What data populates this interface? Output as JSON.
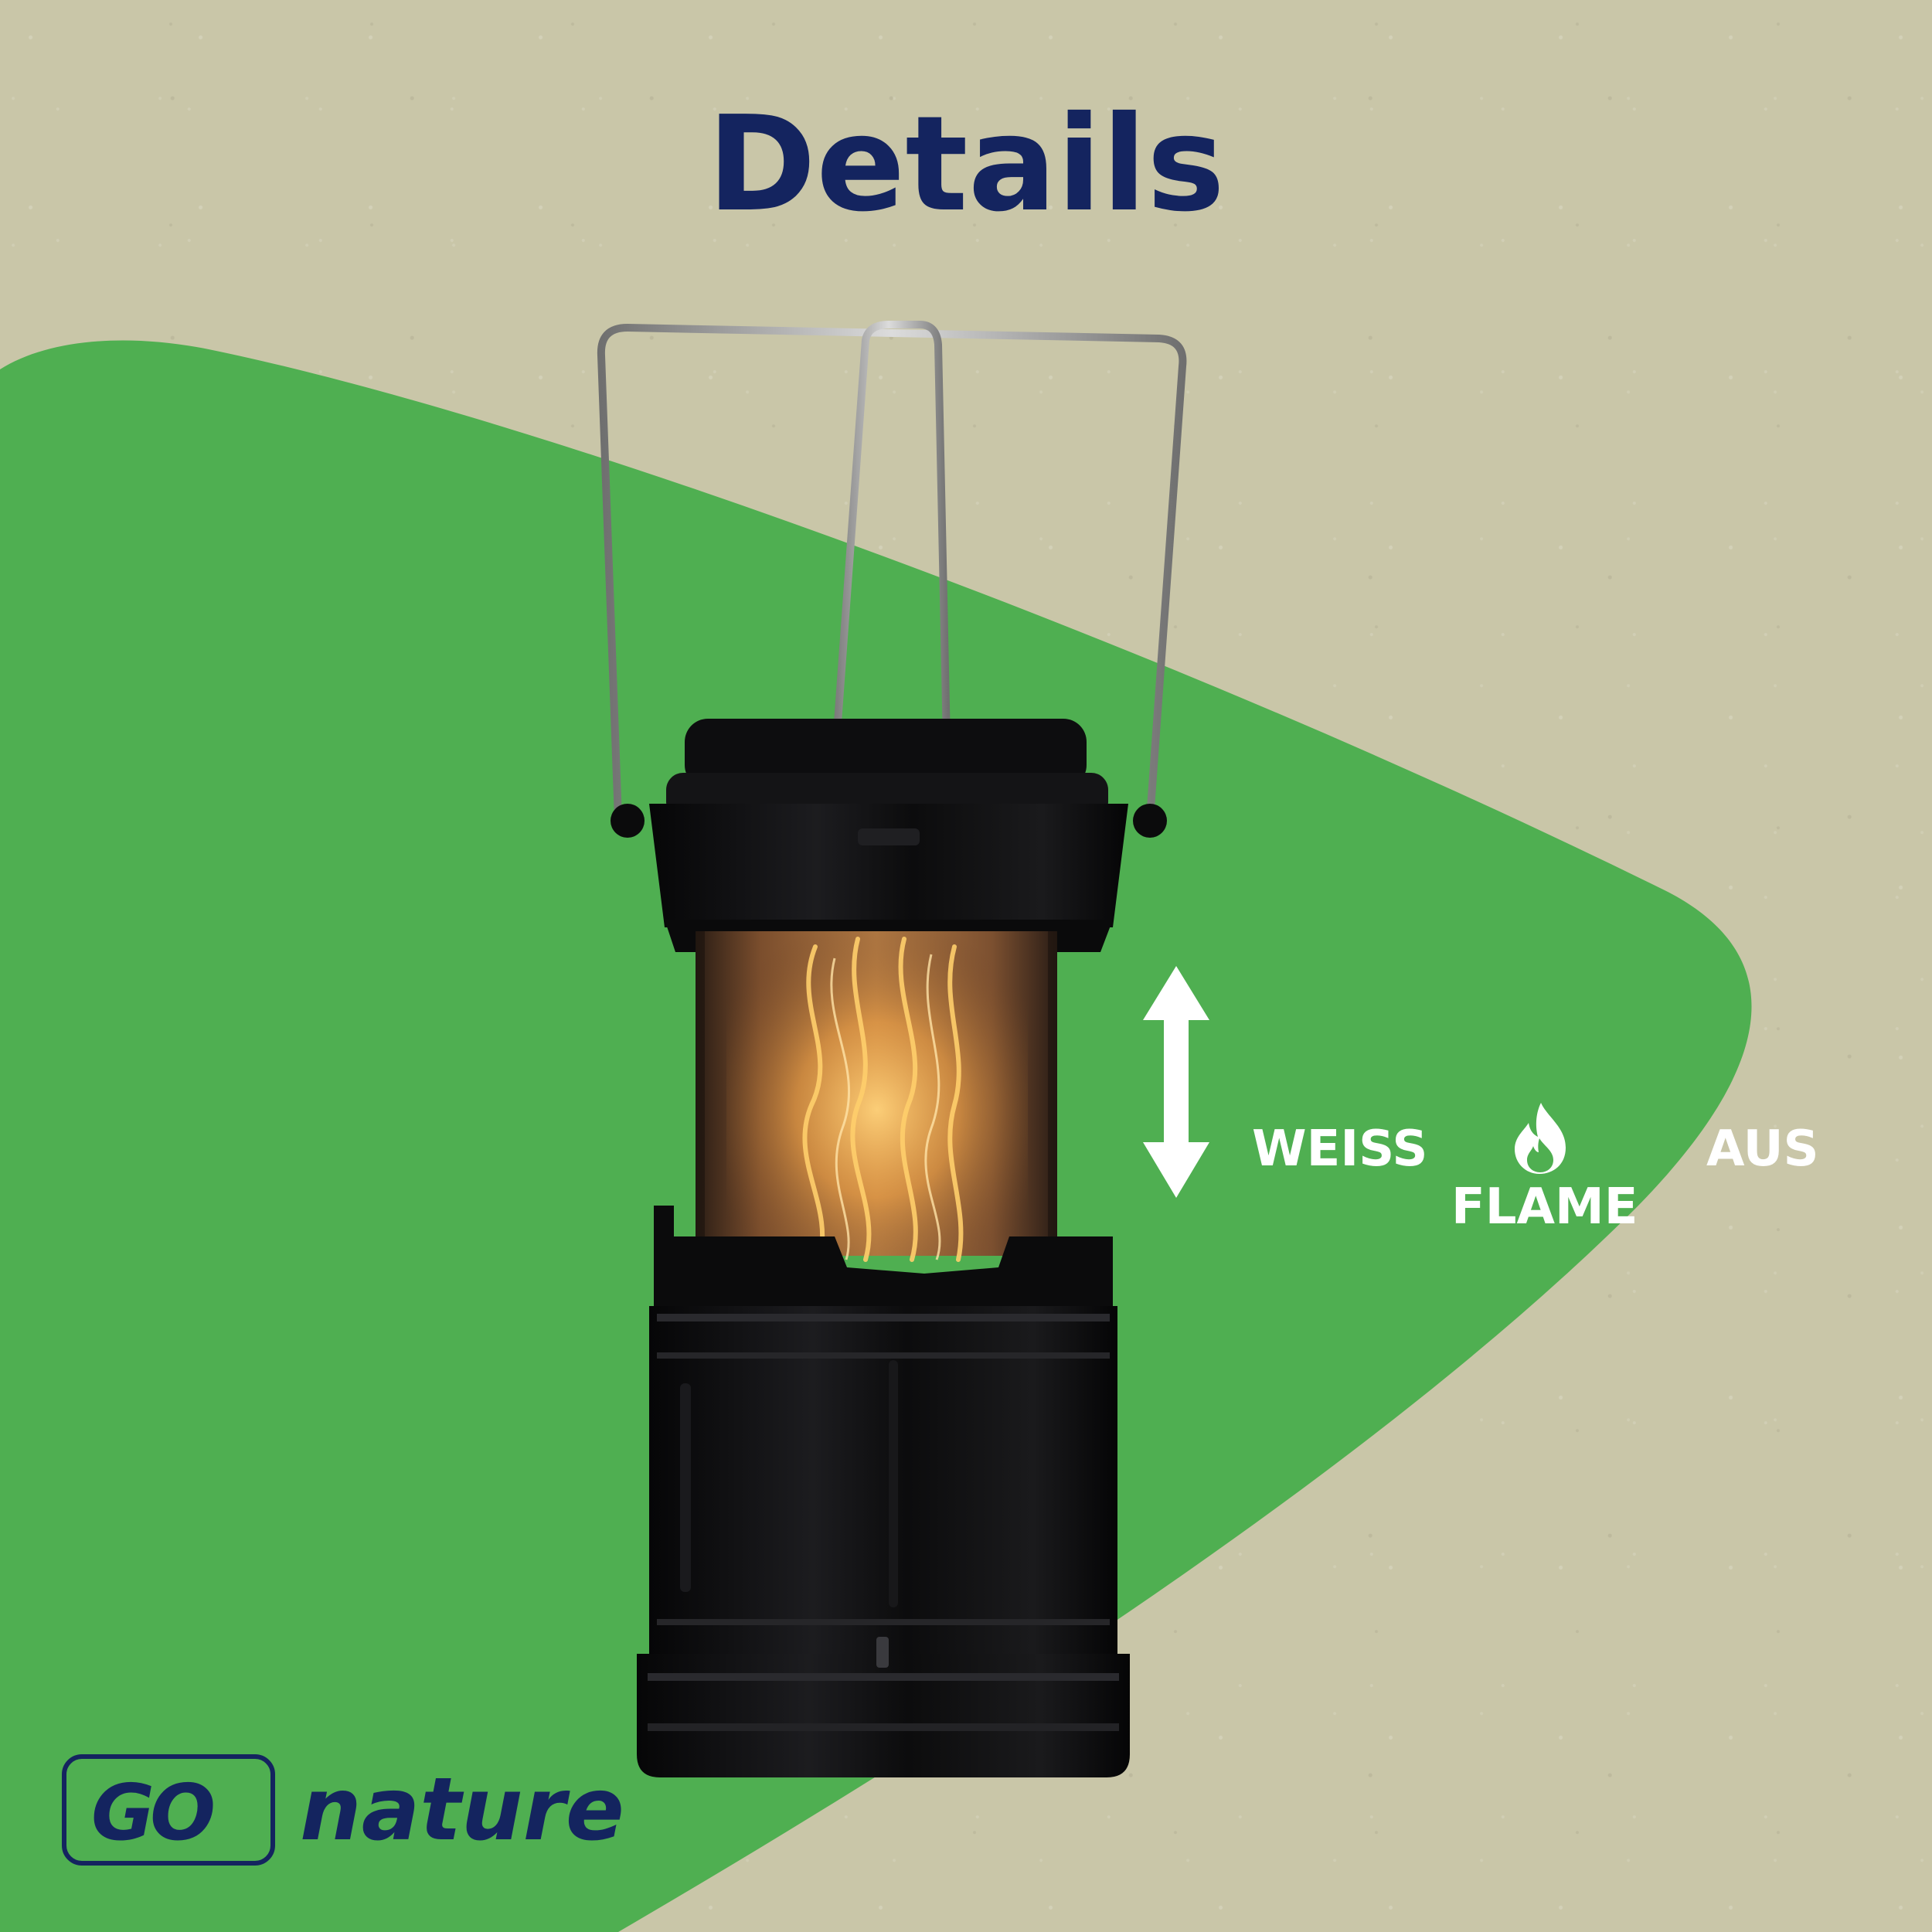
{
  "title": "Details",
  "modes": {
    "white": "WEISS",
    "flame": "FLAME",
    "off": "AUS"
  },
  "brand": {
    "logo_text": "GO",
    "name": "nature"
  },
  "icons": {
    "switch_arrow": "double-vertical-arrow-icon",
    "flame": "flame-icon"
  },
  "colors": {
    "background": "#c9c6a8",
    "green_shape": "#4faf51",
    "navy": "#14245f",
    "label_text": "#ffffff",
    "lantern_body": "#0b0b0c",
    "glow": "#f3b24a"
  }
}
